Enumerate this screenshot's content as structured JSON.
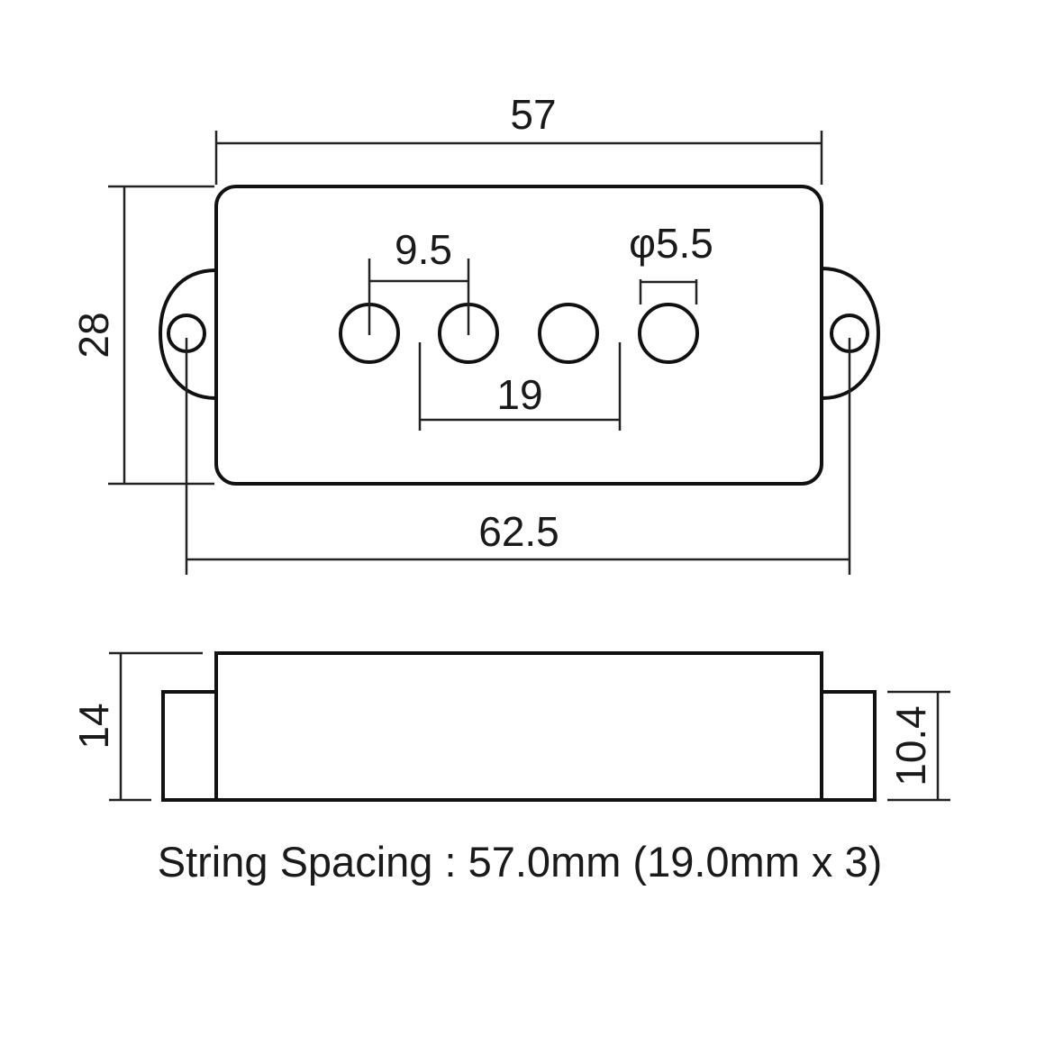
{
  "top_view": {
    "width_label": "57",
    "height_label": "28",
    "mount_span_label": "62.5",
    "pole_pitch_label": "9.5",
    "pole_span_label": "19",
    "hole_diameter_label": "φ5.5"
  },
  "side_view": {
    "height_label": "14",
    "ear_height_label": "10.4"
  },
  "caption": {
    "text": "String Spacing : 57.0mm (19.0mm x 3)"
  }
}
